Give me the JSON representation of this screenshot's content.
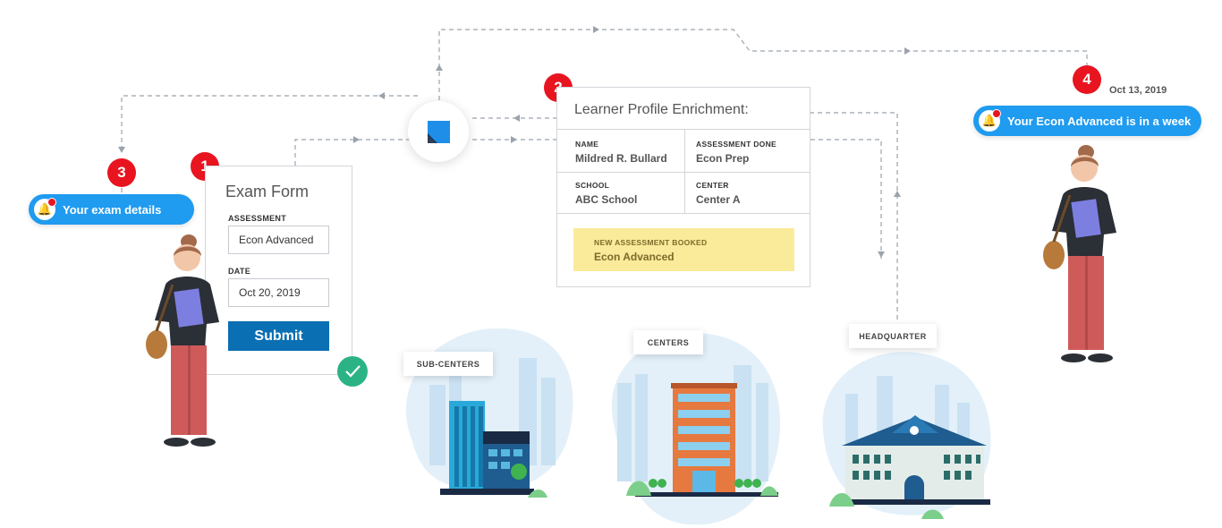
{
  "form": {
    "title": "Exam Form",
    "assessment_label": "ASSESSMENT",
    "assessment_value": "Econ Advanced",
    "date_label": "DATE",
    "date_value": "Oct 20, 2019",
    "submit_label": "Submit"
  },
  "profile": {
    "title": "Learner Profile Enrichment:",
    "name_label": "NAME",
    "name_value": "Mildred R. Bullard",
    "assessment_done_label": "ASSESSMENT DONE",
    "assessment_done_value": "Econ Prep",
    "school_label": "SCHOOL",
    "school_value": "ABC School",
    "center_label": "CENTER",
    "center_value": "Center A",
    "booked_label": "NEW ASSESSMENT BOOKED",
    "booked_value": "Econ Advanced"
  },
  "steps": [
    "1",
    "2",
    "3",
    "4"
  ],
  "notifications": {
    "exam_details": "Your exam details",
    "reminder": "Your Econ Advanced is in a week",
    "reminder_date": "Oct 13, 2019"
  },
  "locations": {
    "sub_centers": "SUB-CENTERS",
    "centers": "CENTERS",
    "headquarter": "HEADQUARTER"
  },
  "colors": {
    "step_red": "#e8141f",
    "pill_blue": "#1f9bf0",
    "submit_blue": "#0a6fb3",
    "booked_yellow": "#faeb9a",
    "check_green": "#2bb385"
  }
}
